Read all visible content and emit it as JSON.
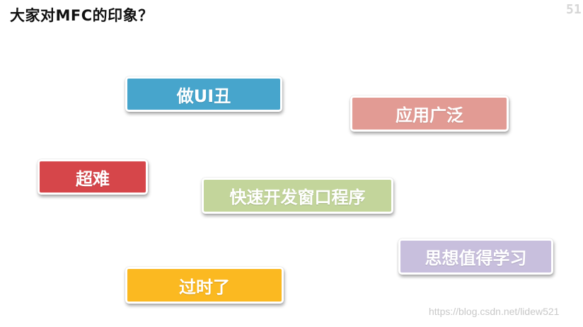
{
  "slide": {
    "title": "大家对MFC的印象？",
    "logo_text": "51"
  },
  "tags": [
    {
      "label": "做UI丑",
      "color": "#47a5cc"
    },
    {
      "label": "应用广泛",
      "color": "#e29b94"
    },
    {
      "label": "超难",
      "color": "#d6464a"
    },
    {
      "label": "快速开发窗口程序",
      "color": "#c3d59b"
    },
    {
      "label": "思想值得学习",
      "color": "#c8bfdd"
    },
    {
      "label": "过时了",
      "color": "#fbb921"
    }
  ],
  "watermark": "https://blog.csdn.net/lidew521"
}
